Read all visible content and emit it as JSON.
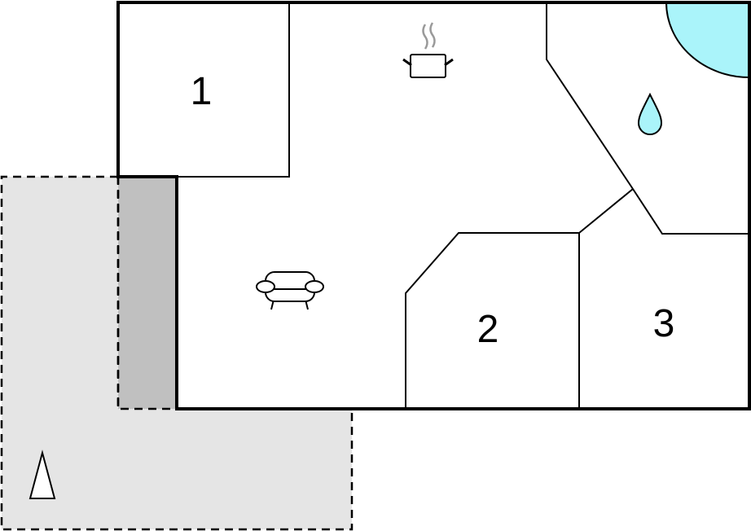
{
  "rooms": [
    {
      "label": "1"
    },
    {
      "label": "2"
    },
    {
      "label": "3"
    }
  ],
  "icons": [
    "cooking-pot-icon",
    "sofa-icon",
    "water-drop-icon",
    "north-arrow-icon"
  ],
  "colors": {
    "wall": "#000000",
    "terrace": "#e5e5e5",
    "covered_area": "#c0c0c0",
    "water": "#aaf4fa",
    "steam": "#9a9a9a"
  }
}
